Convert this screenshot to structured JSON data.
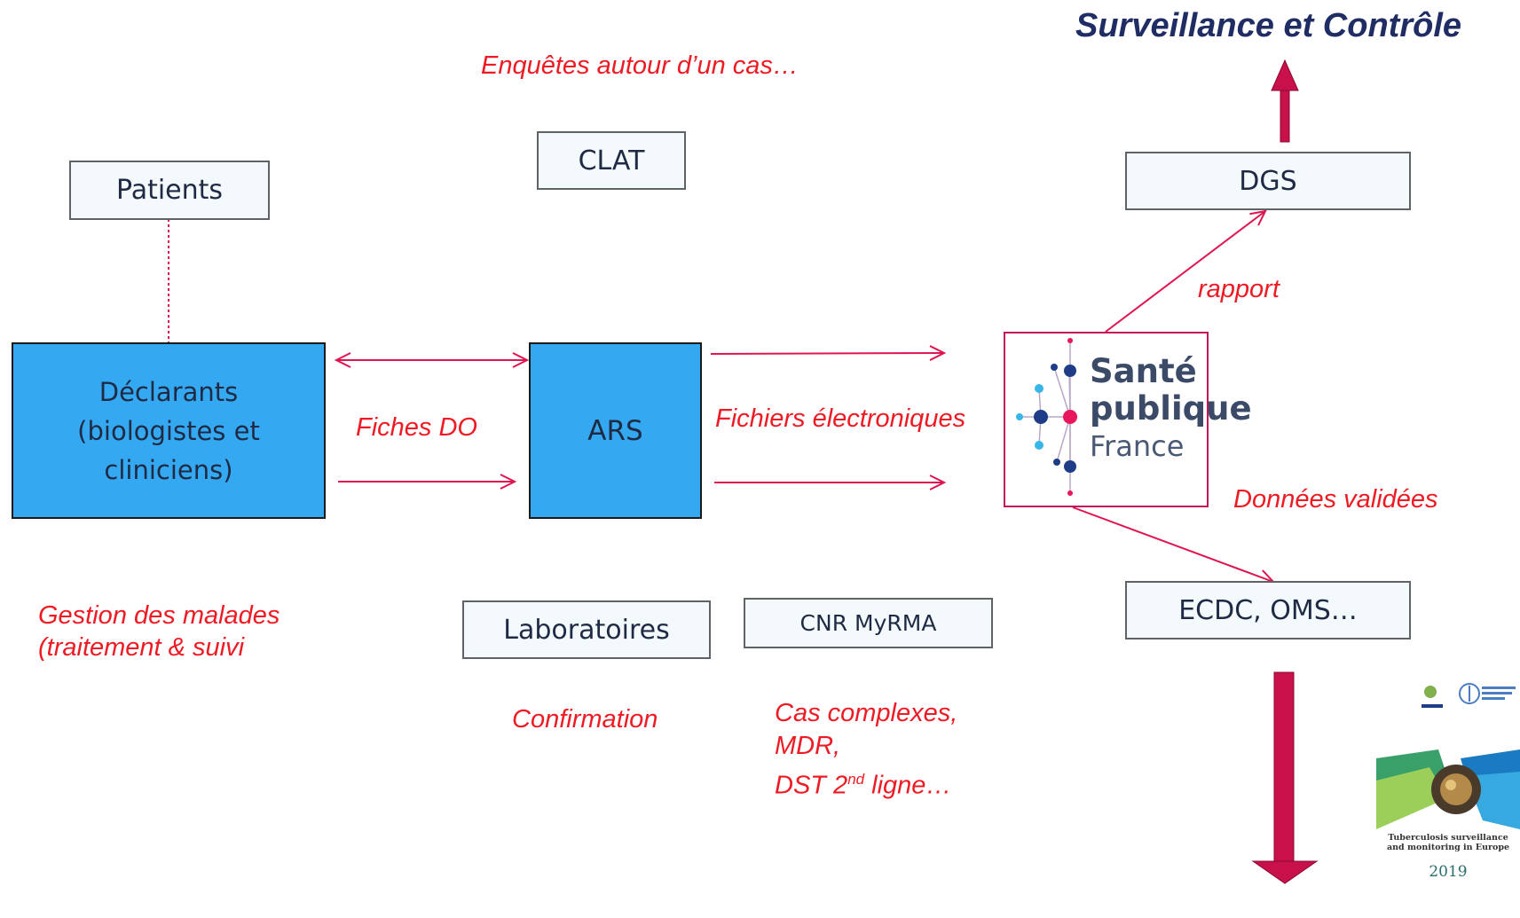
{
  "title": "Surveillance et Contrôle",
  "boxes": {
    "patients": "Patients",
    "clat": "CLAT",
    "dgs": "DGS",
    "declarants": [
      "Déclarants",
      "(biologistes et",
      "cliniciens)"
    ],
    "ars": "ARS",
    "laboratoires": "Laboratoires",
    "cnr": "CNR MyRMA",
    "ecdc": "ECDC, OMS…"
  },
  "labels": {
    "enquetes": "Enquêtes autour d’un cas…",
    "rapport": "rapport",
    "fiches_do": "Fiches DO",
    "fichiers": "Fichiers électroniques",
    "donnees": "Données validées",
    "gestion_1": "Gestion des malades",
    "gestion_2": "(traitement & suivi",
    "confirmation": "Confirmation",
    "cas_1": "Cas complexes,",
    "cas_2": "MDR,",
    "cas_3_pre": "DST 2",
    "cas_3_sup": "nd",
    "cas_3_post": " ligne…"
  },
  "spf_logo": {
    "line1": "Santé",
    "line2": "publique",
    "line3": "France"
  },
  "report": {
    "caption_1": "Tuberculosis surveillance",
    "caption_2": "and monitoring in Europe",
    "year": "2019"
  },
  "colors": {
    "arrow": "#e0144f",
    "thick_arrow": "#c8104a",
    "blue_box": "#35a8f2",
    "label_red": "#ee1b24",
    "title_navy": "#1f2d64"
  }
}
